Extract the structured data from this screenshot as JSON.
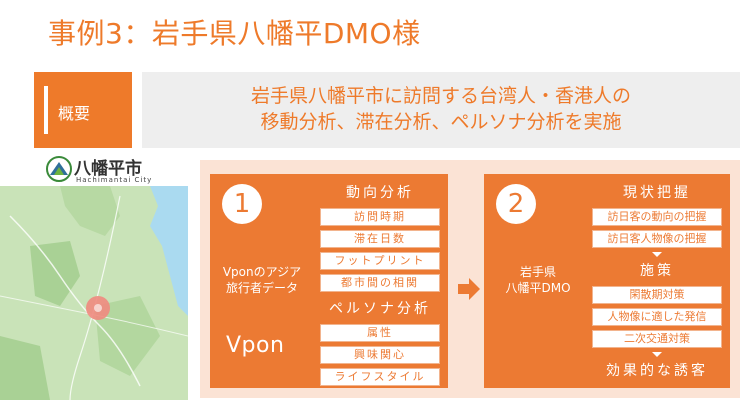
{
  "title": "事例3：岩手県八幡平DMO様",
  "summary": {
    "tag": "概要",
    "line1": "岩手県八幡平市に訪問する台湾人・香港人の",
    "line2": "移動分析、滞在分析、ペルソナ分析を実施"
  },
  "logo": {
    "name": "八幡平市",
    "sub": "Hachimantai City"
  },
  "step1": {
    "number": "1",
    "source": [
      "Vponのアジア",
      "旅行者データ"
    ],
    "brand": "Vpon",
    "movement": {
      "header": "動向分析",
      "items": [
        "訪問時期",
        "滞在日数",
        "フットプリント",
        "都市間の相関"
      ]
    },
    "persona": {
      "header": "ペルソナ分析",
      "items": [
        "属性",
        "興味関心",
        "ライフスタイル"
      ]
    }
  },
  "step2": {
    "number": "2",
    "org": [
      "岩手県",
      "八幡平DMO"
    ],
    "status": {
      "header": "現状把握",
      "items": [
        "訪日客の動向の把握",
        "訪日客人物像の把握"
      ]
    },
    "measures": {
      "header": "施策",
      "items": [
        "閑散期対策",
        "人物像に適した発信",
        "二次交通対策"
      ]
    },
    "result": "効果的な誘客"
  },
  "colors": {
    "accent": "#ec7a33",
    "title": "#ee7a2a",
    "background": "#fbe3d5",
    "summary_bg": "#eeeeee"
  }
}
